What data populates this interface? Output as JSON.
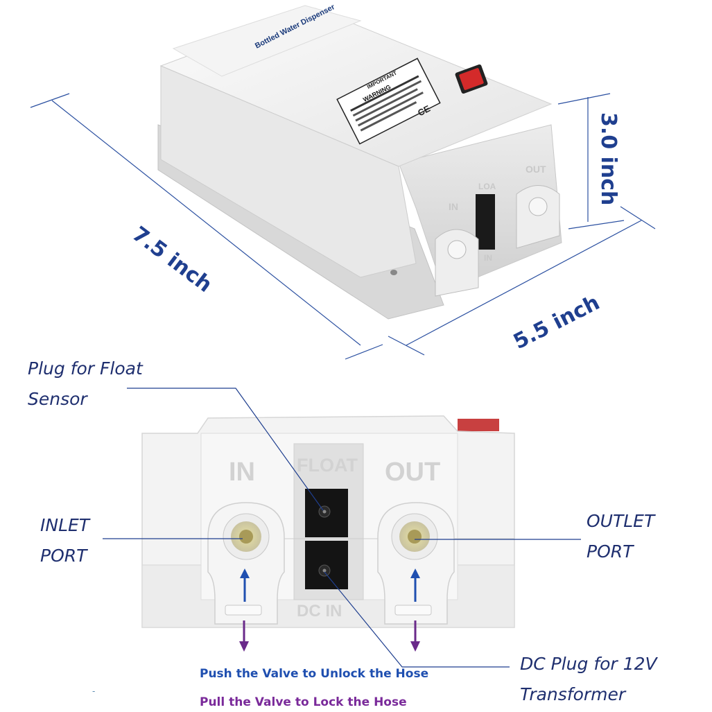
{
  "product": {
    "brand_label": "Bottled Water Dispenser",
    "label_heading": "IMPORTANT",
    "label_warning": "WARNING",
    "ce_mark": "CE",
    "top_view_port_in": "IN",
    "top_view_port_out": "OUT",
    "top_view_float": "LOA",
    "top_view_dc_in": "IN"
  },
  "dimensions": {
    "length": "7.5 inch",
    "width": "5.5 inch",
    "height": "3.0 inch"
  },
  "front_view": {
    "in_label": "IN",
    "out_label": "OUT",
    "float_label": "FLOAT",
    "dc_in_label": "DC IN"
  },
  "callouts": {
    "float_sensor_line1": "Plug for Float",
    "float_sensor_line2": "Sensor",
    "inlet_line1": "INLET",
    "inlet_line2": "PORT",
    "outlet_line1": "OUTLET",
    "outlet_line2": "PORT",
    "dc_plug_line1": "DC Plug for 12V",
    "dc_plug_line2": "Transformer"
  },
  "notes": {
    "push": "Push the Valve to Unlock the Hose",
    "pull": "Pull the Valve to Lock the Hose",
    "stray_mark": "-"
  },
  "colors": {
    "dimension_text": "#1f3f8f",
    "dimension_line": "#2a4fa0",
    "callout_text": "#1f2f6f",
    "push_arrow": "#1f4fb0",
    "pull_arrow": "#6a2a8a",
    "push_text": "#1f4fb0",
    "pull_text": "#7a2a9a"
  }
}
